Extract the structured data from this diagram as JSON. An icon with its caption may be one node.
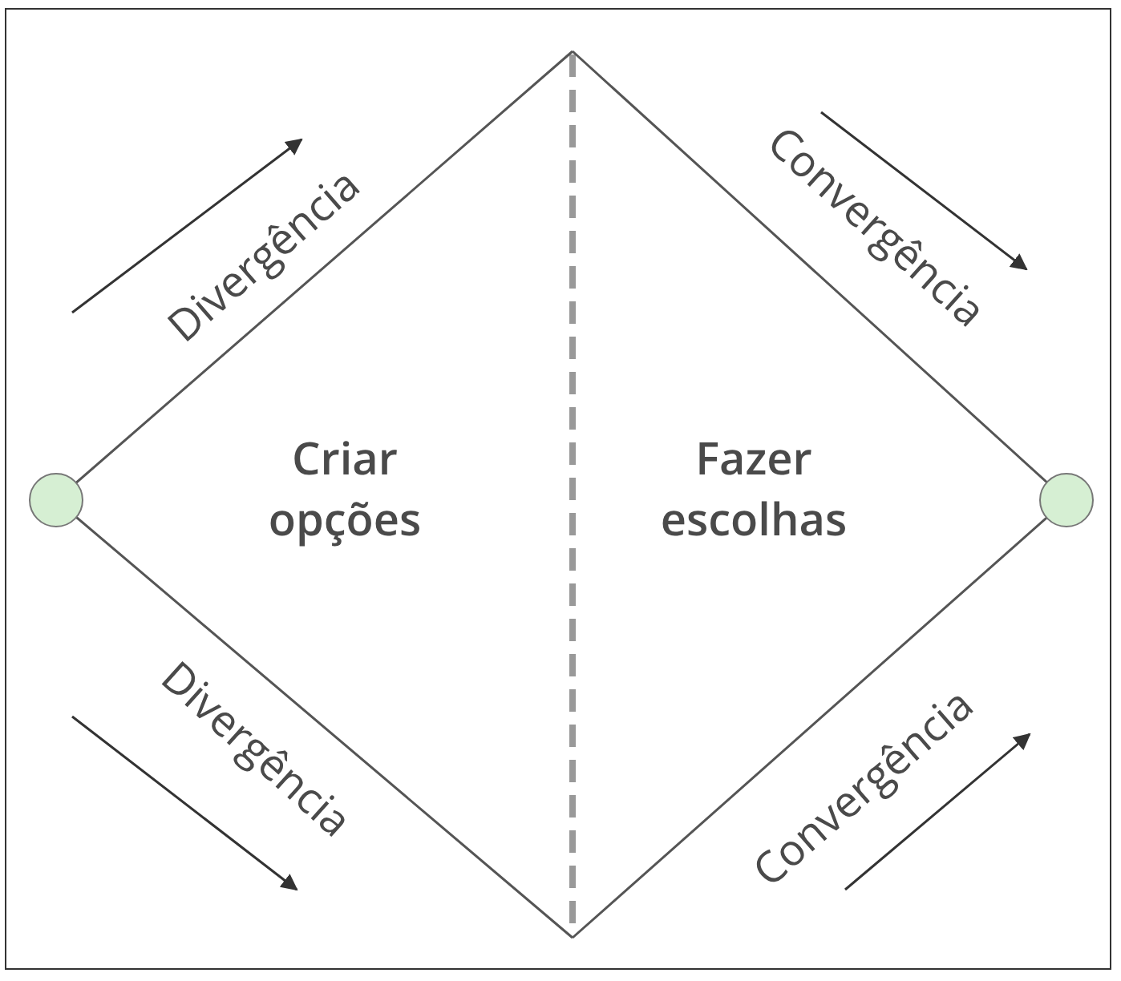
{
  "diagram": {
    "nodes": [
      {
        "text": [],
        "shape": "circle"
      },
      {
        "text": [
          "Criar opções"
        ]
      },
      {
        "text": [
          "Fazer escolhas"
        ]
      },
      {
        "text": [],
        "shape": "circle"
      }
    ],
    "edges": [],
    "labels": [
      "Divergência",
      "Convergência",
      "Divergência",
      "Convergência"
    ]
  }
}
